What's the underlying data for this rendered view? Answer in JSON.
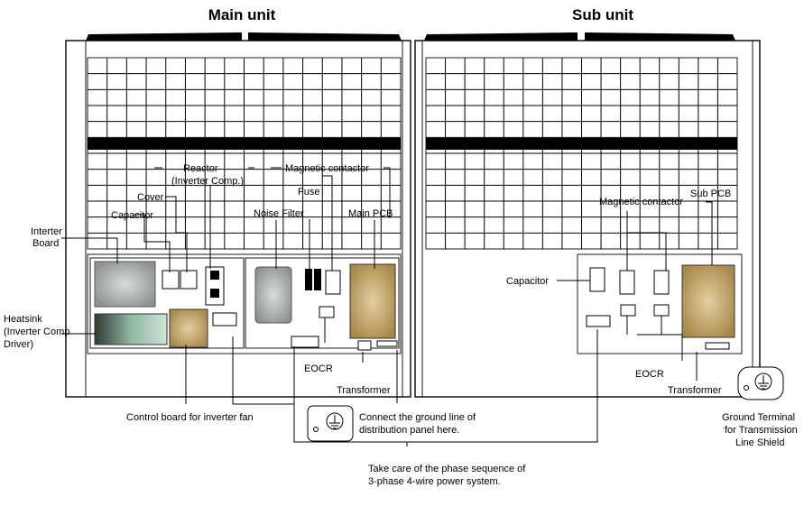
{
  "titles": {
    "main_unit": "Main unit",
    "sub_unit": "Sub unit"
  },
  "labels": {
    "interter_board_1": "Interter",
    "interter_board_2": "Board",
    "capacitor_main": "Capacitor",
    "cover": "Cover",
    "reactor_1": "Reactor",
    "reactor_2": "(Inverter Comp.)",
    "magnetic_contactor_main": "Magnetic contactor",
    "fuse": "Fuse",
    "noise_filter": "Noise Filter",
    "main_pcb": "Main PCB",
    "heatsink_1": "Heatsink",
    "heatsink_2": "(Inverter Comp",
    "heatsink_3": "Driver)",
    "eocr_main": "EOCR",
    "transformer_main": "Transformer",
    "control_board_fan": "Control board for inverter fan",
    "ground_line_1": "Connect the ground line of",
    "ground_line_2": "distribution panel here.",
    "phase_note_1": "Take care of the phase sequence of",
    "phase_note_2": "3-phase 4-wire power system.",
    "magnetic_contactor_sub": "Magnetic contactor",
    "sub_pcb": "Sub PCB",
    "capacitor_sub": "Capacitor",
    "eocr_sub": "EOCR",
    "transformer_sub": "Transformer",
    "ground_terminal_1": "Ground Terminal",
    "ground_terminal_2": "for Transmission",
    "ground_terminal_3": "Line Shield"
  },
  "colors": {
    "line": "#000000",
    "pcb_fill": "#c9a86a",
    "heatsink_fill": "#b9bcbd",
    "noise_filter_fill": "#9fa3a4"
  },
  "icons": [
    "ground-symbol-icon",
    "ground-symbol-icon"
  ]
}
